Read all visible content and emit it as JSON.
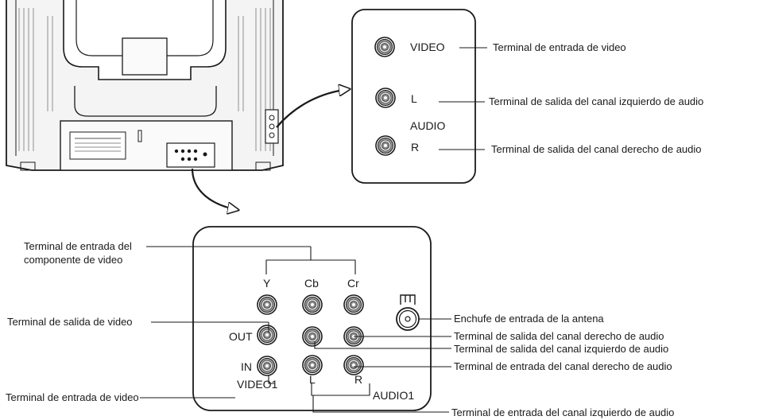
{
  "side_panel": {
    "jack_labels": {
      "video": "VIDEO",
      "left": "L",
      "audio": "AUDIO",
      "right": "R"
    },
    "callouts": {
      "video_in": "Terminal de entrada de video",
      "audio_left_out": "Terminal de salida del canal izquierdo de audio",
      "audio_right_out": "Terminal de salida del canal derecho de audio"
    }
  },
  "rear_panel": {
    "jack_labels": {
      "y": "Y",
      "cb": "Cb",
      "cr": "Cr",
      "out": "OUT",
      "in": "IN",
      "video1": "VIDEO1",
      "l": "L",
      "r": "R",
      "audio1": "AUDIO1"
    },
    "callouts": {
      "component_line1": "Terminal de entrada del",
      "component_line2": "componente de video",
      "video_out": "Terminal de salida de video",
      "video_in": "Terminal de entrada de video",
      "antenna": "Enchufe de entrada de la antena",
      "audio_right_out": "Terminal de salida del canal derecho de audio",
      "audio_left_out": "Terminal de salida del canal izquierdo de audio",
      "audio_right_in": "Terminal de entrada del canal derecho de audio",
      "audio_left_in": "Terminal de entrada del canal izquierdo de audio"
    }
  },
  "colors": {
    "line": "#1a1a1a",
    "jack_fill": "#bdbdbd",
    "tv_body": "#f2f2f2"
  }
}
